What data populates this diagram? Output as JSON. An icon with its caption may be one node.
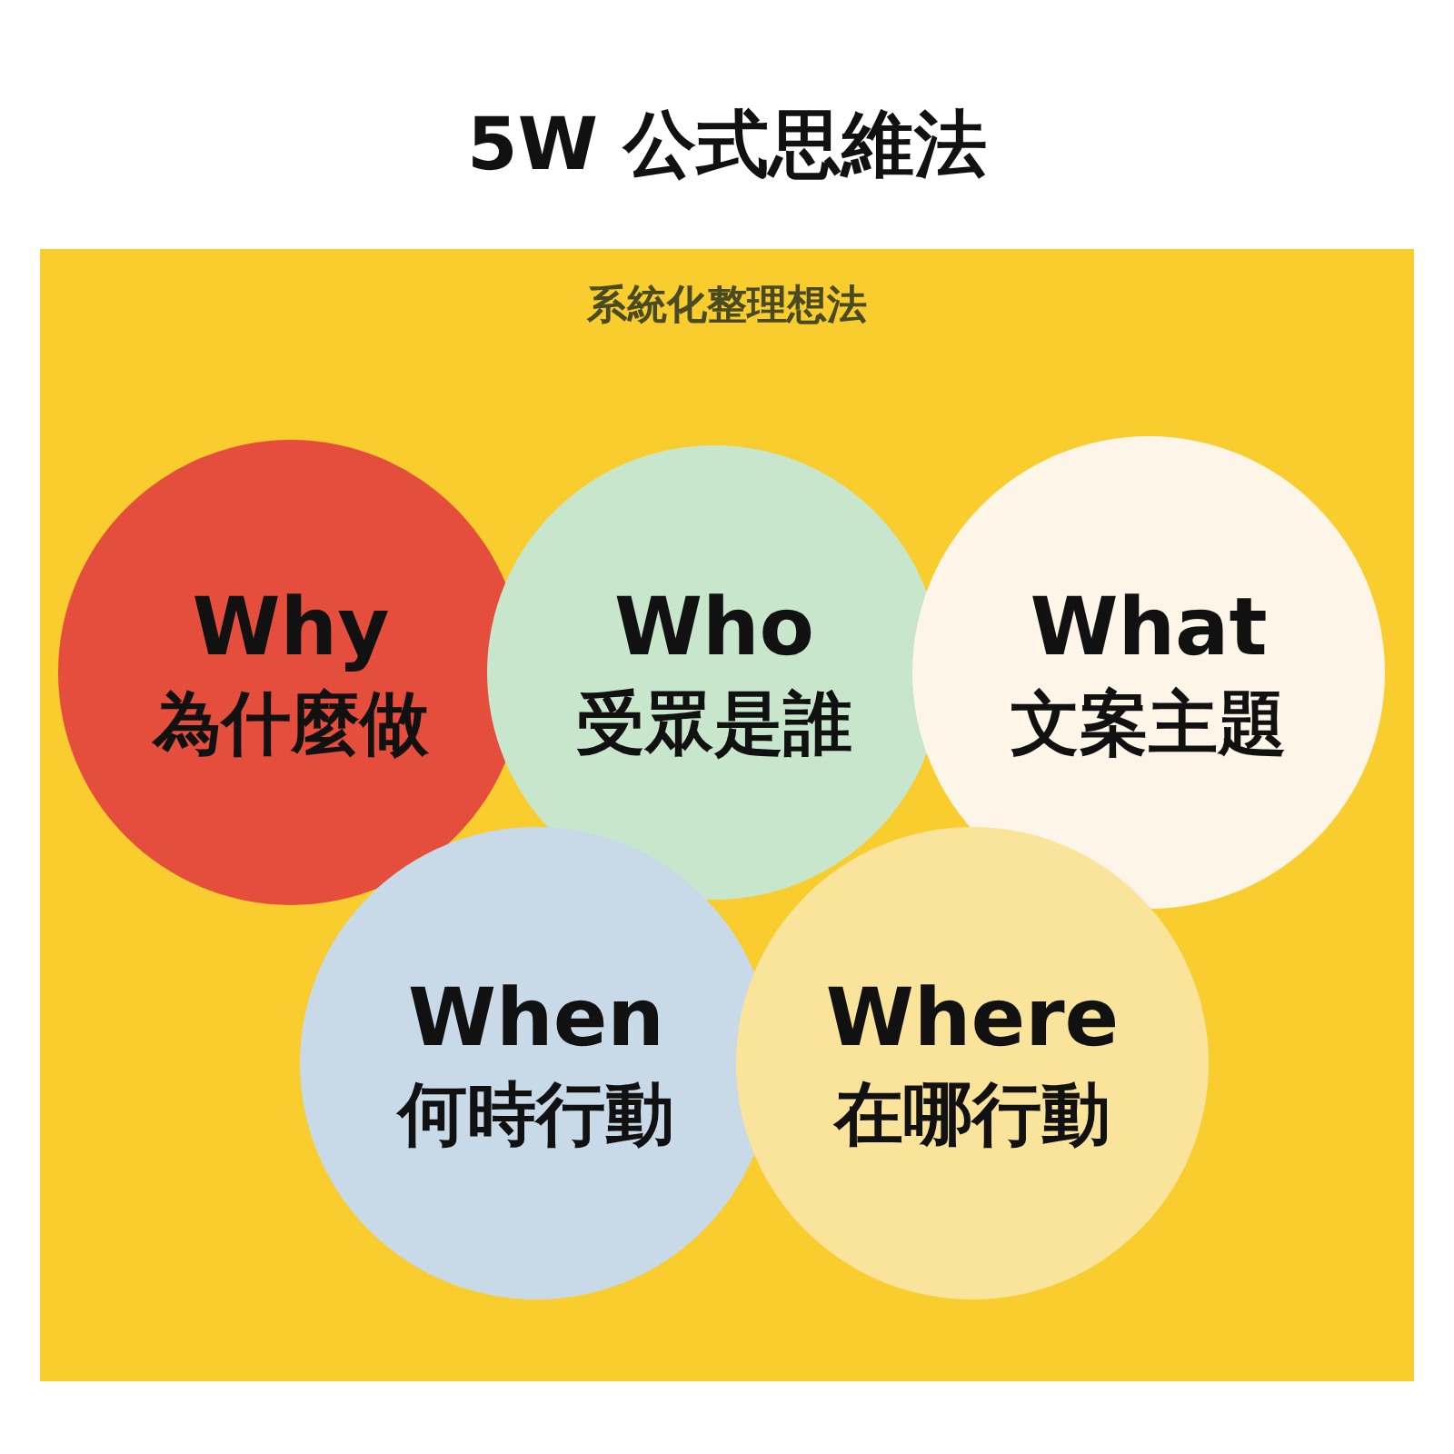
{
  "diagram": {
    "title": "5W 公式思維法",
    "nodes": [
      {
        "text": [
          "系統化整理想法"
        ]
      },
      {
        "text": [
          "Why",
          "為什麼做"
        ],
        "in": 0
      },
      {
        "text": [
          "Who",
          "受眾是誰"
        ],
        "in": 0
      },
      {
        "text": [
          "What",
          "文案主題"
        ],
        "in": 0
      },
      {
        "text": [
          "When",
          "何時行動"
        ],
        "in": 0
      },
      {
        "text": [
          "Where",
          "在哪行動"
        ],
        "in": 0
      }
    ],
    "edges": []
  }
}
